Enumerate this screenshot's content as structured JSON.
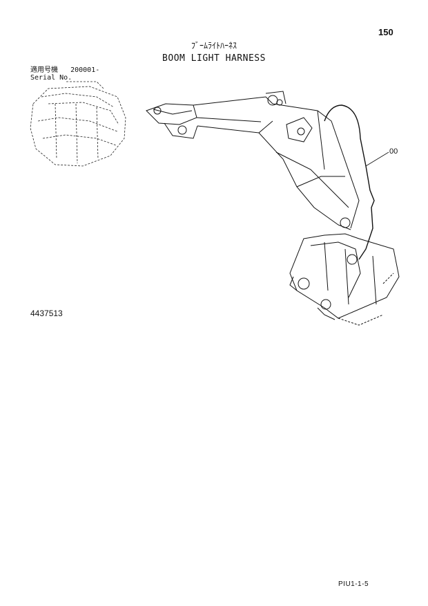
{
  "page": {
    "page_number": "150",
    "title_japanese": "ﾌﾞｰﾑﾗｲﾄﾊｰﾈｽ",
    "title_english": "BOOM LIGHT HARNESS",
    "serial_label_japanese": "適用号機",
    "serial_value": "200001-",
    "serial_label_english": "Serial No.",
    "part_number": "4437513",
    "callout_label": "00",
    "page_reference": "PIU1-1-5"
  },
  "figures": {
    "machine_thumbnail": "excavator-cab-outline",
    "main_drawing": "boom-with-light-harness"
  }
}
